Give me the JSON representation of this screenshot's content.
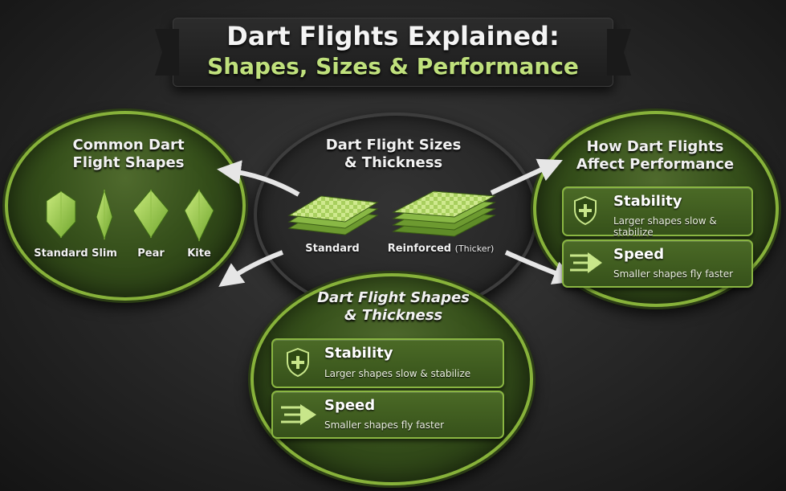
{
  "title": {
    "line1": "Dart Flights Explained:",
    "line2": "Shapes, Sizes & Performance"
  },
  "left_panel": {
    "heading_line1": "Common Dart",
    "heading_line2": "Flight Shapes",
    "shapes": [
      "Standard",
      "Slim",
      "Pear",
      "Kite"
    ]
  },
  "center_panel": {
    "heading_line1": "Dart Flight Sizes",
    "heading_line2": "& Thickness",
    "standard_label": "Standard",
    "reinforced_label": "Reinforced",
    "reinforced_note": "(Thicker)"
  },
  "right_panel": {
    "heading_line1": "How Dart Flights",
    "heading_line2": "Affect Performance",
    "cards": [
      {
        "title": "Stability",
        "subtitle": "Larger shapes slow & stabilize",
        "icon": "shield-plus-icon"
      },
      {
        "title": "Speed",
        "subtitle": "Smaller shapes fly faster",
        "icon": "speed-arrow-icon"
      }
    ]
  },
  "bottom_panel": {
    "heading_line1": "Dart Flight Shapes",
    "heading_line2": "& Thickness",
    "cards": [
      {
        "title": "Stability",
        "subtitle": "Larger shapes slow & stabilize",
        "icon": "shield-plus-icon"
      },
      {
        "title": "Speed",
        "subtitle": "Smaller shapes fly faster",
        "icon": "speed-arrow-icon"
      }
    ]
  },
  "colors": {
    "accent_green": "#87b23a",
    "title_green": "#bfe07c",
    "background": "#262626"
  }
}
